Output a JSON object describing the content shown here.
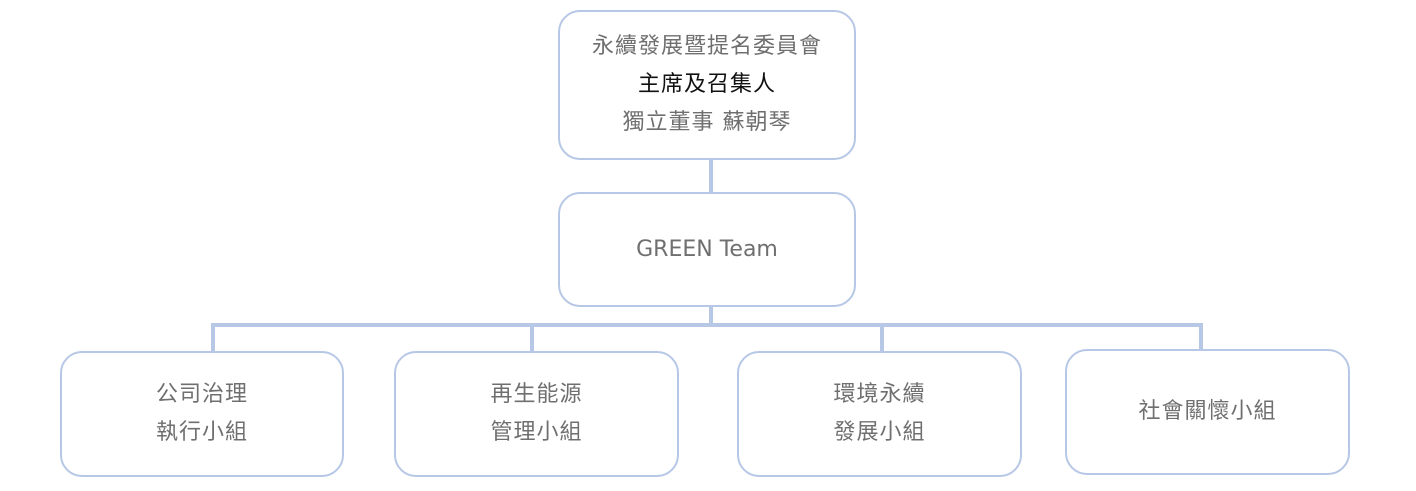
{
  "committee": {
    "name": "永續發展暨提名委員會",
    "role": "主席及召集人",
    "chair": "獨立董事 蘇朝琴"
  },
  "team": {
    "name": "GREEN Team"
  },
  "groups": [
    {
      "line1": "公司治理",
      "line2": "執行小組"
    },
    {
      "line1": "再生能源",
      "line2": "管理小組"
    },
    {
      "line1": "環境永續",
      "line2": "發展小組"
    },
    {
      "line1": "社會關懷小組"
    }
  ],
  "colors": {
    "border": "#b7c7e6",
    "text": "#6f6f6f",
    "emphasis": "#111111"
  }
}
